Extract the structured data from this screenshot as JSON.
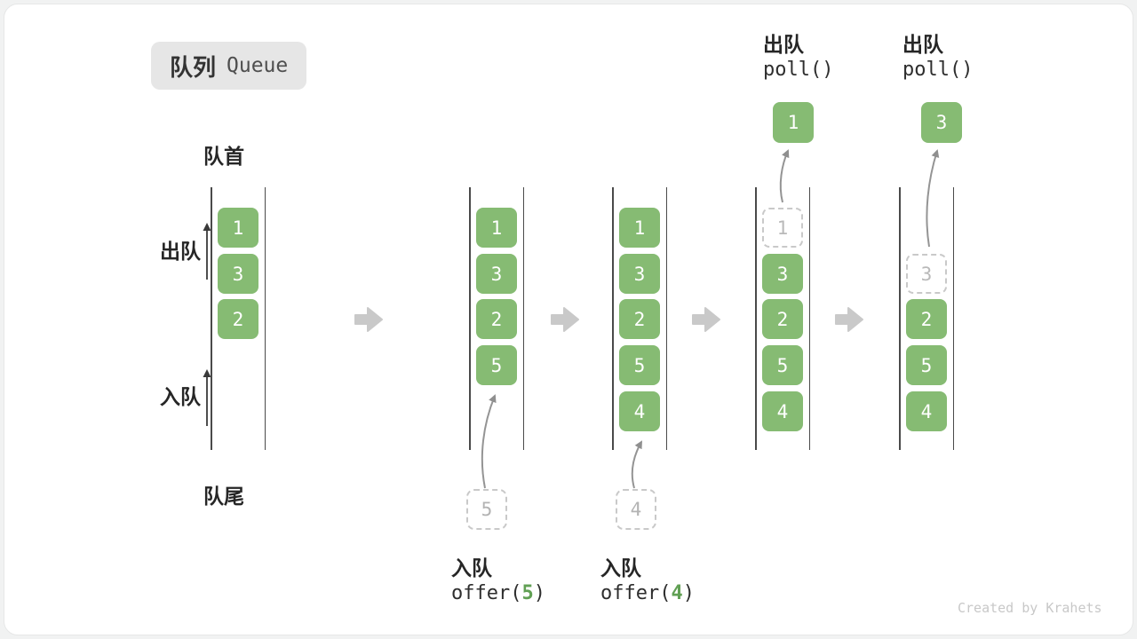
{
  "title": {
    "zh": "队列",
    "en": "Queue"
  },
  "labels": {
    "front": "队首",
    "rear": "队尾",
    "dequeue_side": "出队",
    "enqueue_side": "入队"
  },
  "queues": [
    {
      "cells": [
        "1",
        "3",
        "2"
      ]
    },
    {
      "cells": [
        "1",
        "3",
        "2",
        "5"
      ]
    },
    {
      "cells": [
        "1",
        "3",
        "2",
        "5",
        "4"
      ]
    },
    {
      "cells": [
        "1",
        "3",
        "2",
        "5",
        "4"
      ]
    },
    {
      "cells": [
        "3",
        "2",
        "5",
        "4"
      ]
    }
  ],
  "operations": {
    "offer5": {
      "label": "入队",
      "code_pre": "offer(",
      "arg": "5",
      "code_post": ")",
      "pending_value": "5"
    },
    "offer4": {
      "label": "入队",
      "code_pre": "offer(",
      "arg": "4",
      "code_post": ")",
      "pending_value": "4"
    },
    "poll1": {
      "label": "出队",
      "code": "poll()",
      "popped_value": "1"
    },
    "poll3": {
      "label": "出队",
      "code": "poll()",
      "popped_value": "3"
    }
  },
  "icons": {
    "next_step": "right-block-arrow",
    "side_direction": "up-arrow",
    "transfer": "curved-up-arrow"
  },
  "colors": {
    "cell_green": "#86bb73",
    "code_arg_green": "#61a054",
    "dashed_gray": "#c9c9c9",
    "block_arrow_gray": "#c9c9c9",
    "rail_gray": "#4a4a4a",
    "badge_bg": "#e6e6e6"
  },
  "watermark": "Created by Krahets"
}
